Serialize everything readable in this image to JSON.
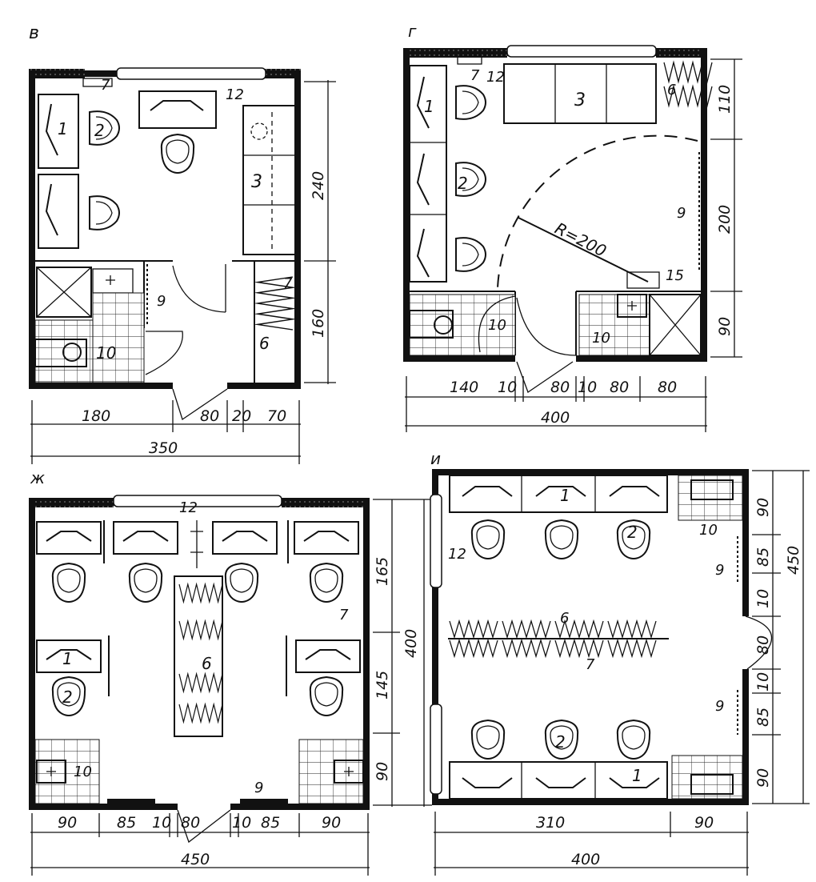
{
  "plans": {
    "v": {
      "label": "в",
      "dims_bottom": [
        "180",
        "80",
        "20",
        "70"
      ],
      "total": "350",
      "dims_right": [
        "240",
        "160"
      ],
      "items": [
        "1",
        "2",
        "3",
        "7",
        "12",
        "9",
        "10",
        "6",
        "7"
      ]
    },
    "g": {
      "label": "г",
      "dims_bottom": [
        "140",
        "10",
        "80",
        "10",
        "80",
        "80"
      ],
      "total": "400",
      "dims_right": [
        "110",
        "200",
        "90"
      ],
      "radius": "R=200",
      "items": [
        "1",
        "2",
        "3",
        "7",
        "12",
        "6",
        "9",
        "15",
        "10",
        "10"
      ]
    },
    "zh": {
      "label": "ж",
      "dims_bottom": [
        "90",
        "85",
        "10",
        "80",
        "10",
        "85",
        "90"
      ],
      "total": "450",
      "dims_right": [
        "165",
        "145",
        "90"
      ],
      "total_right": "400",
      "items": [
        "12",
        "1",
        "2",
        "6",
        "7",
        "9",
        "10"
      ]
    },
    "i": {
      "label": "и",
      "dims_bottom": [
        "310",
        "90"
      ],
      "total": "400",
      "dims_right": [
        "90",
        "85",
        "10",
        "80",
        "10",
        "85",
        "90"
      ],
      "total_right": "450",
      "items": [
        "1",
        "2",
        "12",
        "10",
        "9",
        "6",
        "7",
        "9",
        "2",
        "1"
      ]
    }
  },
  "colors": {
    "ink": "#111111",
    "paper": "#ffffff"
  }
}
